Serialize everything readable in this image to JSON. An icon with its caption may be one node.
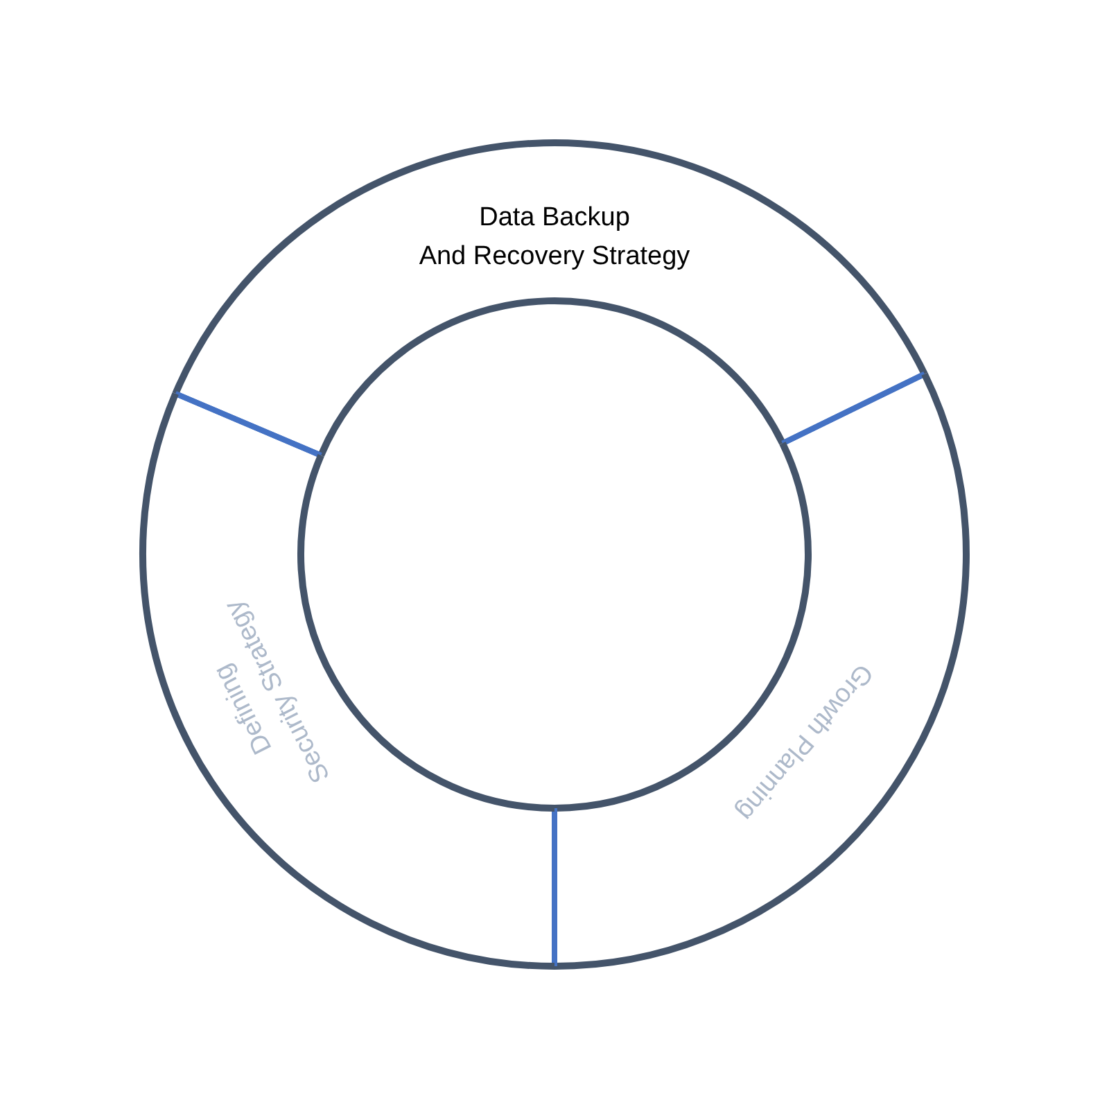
{
  "diagram": {
    "nodes": [
      {
        "text": [
          "Data Backup And Recovery Strategy"
        ]
      },
      {
        "text": [
          "Growth Planning"
        ]
      },
      {
        "text": [
          "Defining Security Strategy"
        ]
      }
    ]
  }
}
